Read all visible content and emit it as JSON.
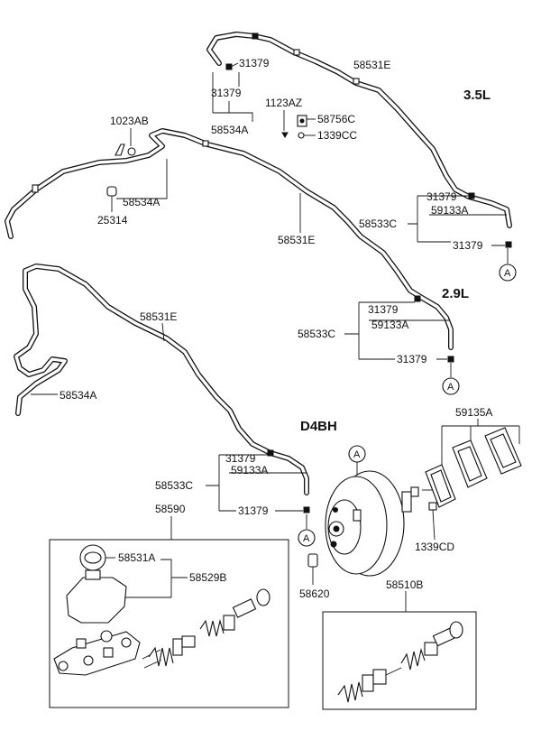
{
  "engine_labels": {
    "v35": "3.5L",
    "v29": "2.9L",
    "d4bh": "D4BH"
  },
  "callout_letter": "A",
  "parts": {
    "clamp": "31379",
    "hose_upper": "58534A",
    "pipe_upper": "58531E",
    "bolt_1123": "1123AZ",
    "bracket_58756": "58756C",
    "screw_1339cc": "1339CC",
    "bolt_1023": "1023AB",
    "grommet": "25314",
    "hose_mid": "58534A",
    "pipe_mid": "58531E",
    "pipe_lower": "58531E",
    "hose_lower": "58534A",
    "valve": "59133A",
    "check_valve_assy": "58533C",
    "gasket": "59135A",
    "nut_1339cd": "1339CD",
    "master_cyl_assy": "58590",
    "reservoir_cap": "58531A",
    "reservoir": "58529B",
    "fitting": "58620",
    "piston_kit": "58510B"
  }
}
